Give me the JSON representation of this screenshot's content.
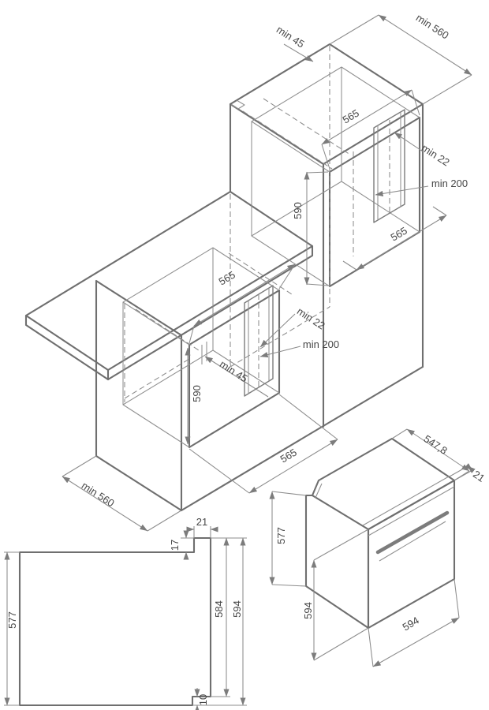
{
  "page": {
    "background": "#ffffff",
    "outline_color": "#6f6f6f",
    "dimension_line_color": "#8c8c8c",
    "text_color": "#474747"
  },
  "labels": {
    "tall_unit": {
      "vent_gap_top": "min 45",
      "min_depth_top": "min 560",
      "niche_width": "565",
      "rear_gap": "min 22",
      "vent_area": "min 200",
      "niche_height": "590",
      "niche_depth": "565"
    },
    "base_unit": {
      "niche_width": "565",
      "rear_gap": "min 22",
      "vent_area": "min 200",
      "vent_gap": "min 45",
      "niche_height": "590",
      "niche_depth": "565",
      "min_depth": "min 560"
    },
    "side_view": {
      "top_step_width": "21",
      "top_step_height": "17",
      "body_height": "577",
      "door_height": "584",
      "total_height": "594",
      "bottom_step": "10"
    },
    "oven": {
      "depth": "547,8",
      "frame_overhang": "21",
      "body_height": "577",
      "front_height": "594",
      "width": "594"
    }
  }
}
